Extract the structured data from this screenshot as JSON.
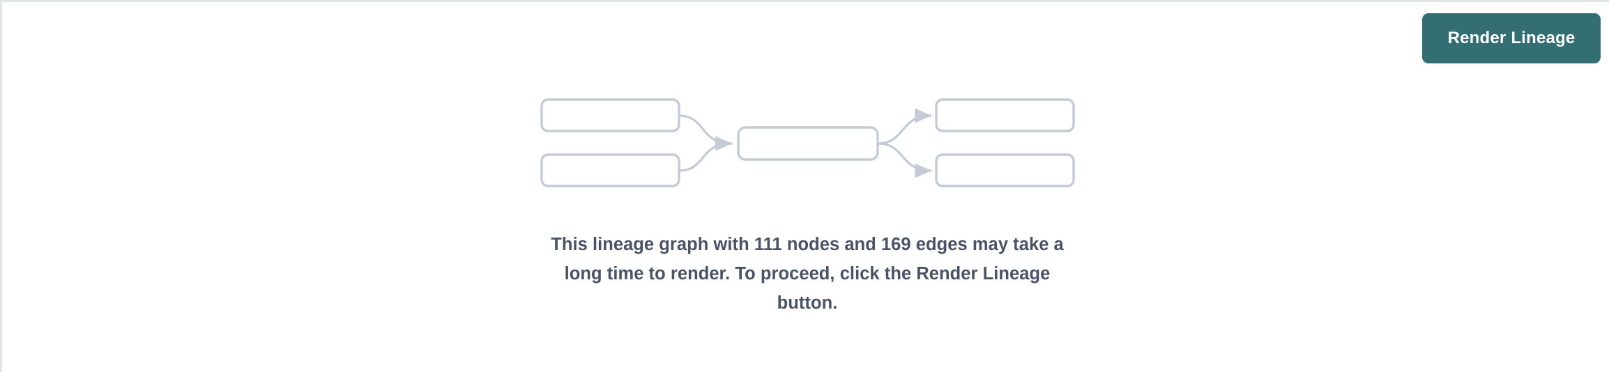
{
  "colors": {
    "page_background": "#ffffff",
    "panel_border": "#e3e5e9",
    "button_background": "#336e72",
    "button_text": "#ffffff",
    "node_border": "#c4cbd6",
    "edge_stroke": "#c4cbd6",
    "message_text": "#4a5265"
  },
  "toolbar": {
    "render_lineage_label": "Render Lineage"
  },
  "graph_preview": {
    "node_count_visible": 5,
    "edge_count_visible": 4,
    "nodes": [
      {
        "id": "left-top",
        "label": "",
        "column": "left"
      },
      {
        "id": "left-bottom",
        "label": "",
        "column": "left"
      },
      {
        "id": "center",
        "label": "",
        "column": "center"
      },
      {
        "id": "right-top",
        "label": "",
        "column": "right"
      },
      {
        "id": "right-bottom",
        "label": "",
        "column": "right"
      }
    ],
    "edges": [
      {
        "from": "left-top",
        "to": "center"
      },
      {
        "from": "left-bottom",
        "to": "center"
      },
      {
        "from": "center",
        "to": "right-top"
      },
      {
        "from": "center",
        "to": "right-bottom"
      }
    ]
  },
  "message": {
    "text": "This lineage graph with 111 nodes and 169 edges may take a long time to render. To proceed, click the Render Lineage button.",
    "node_count": "111",
    "edge_count": "169"
  }
}
